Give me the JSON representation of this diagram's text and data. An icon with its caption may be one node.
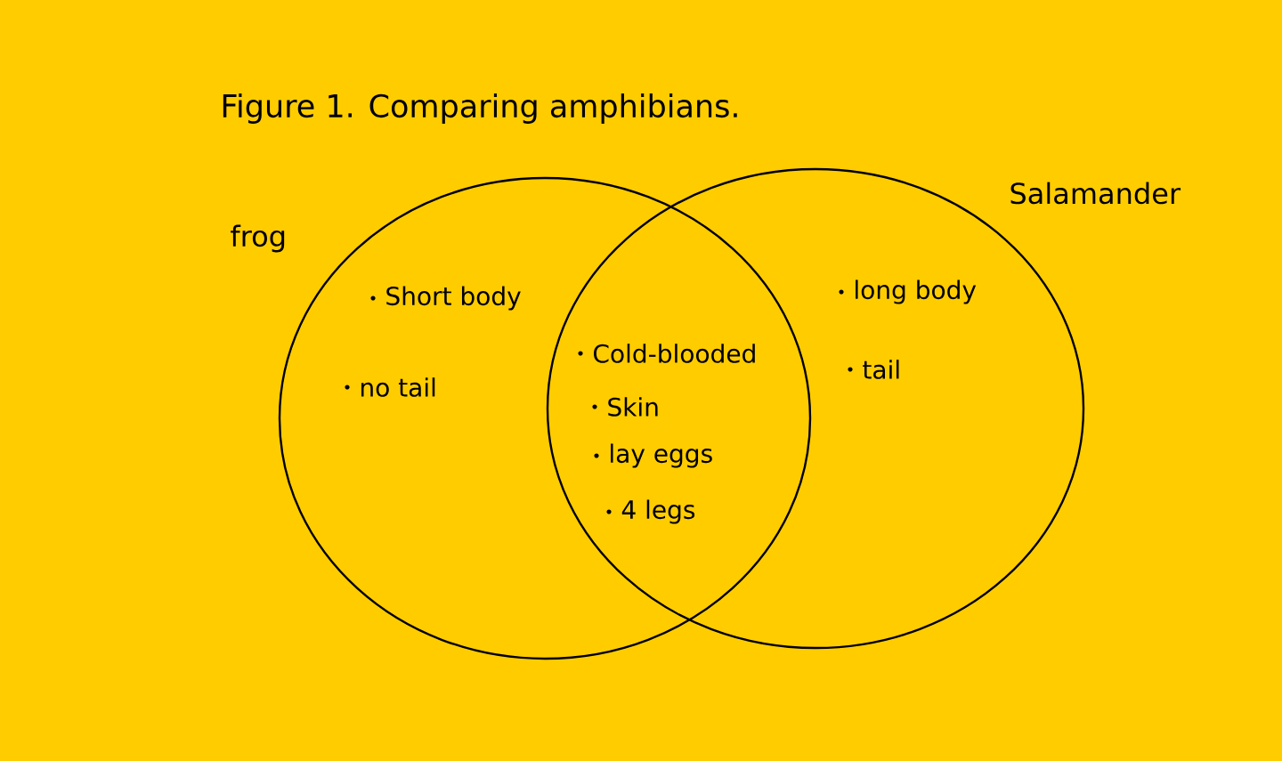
{
  "diagram": {
    "title": "Figure 1. Comparing amphibians.",
    "nodes": [
      {
        "text": [
          "frog",
          "Short body",
          "no tail"
        ]
      },
      {
        "text": [
          "Salamander",
          "long body",
          "tail"
        ]
      }
    ],
    "labels": [
      "Cold-blooded",
      "Skin",
      "lay eggs",
      "4 legs"
    ]
  }
}
